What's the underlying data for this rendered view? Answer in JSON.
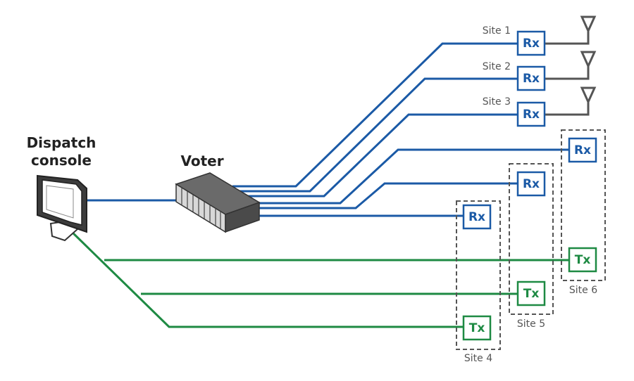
{
  "colors": {
    "rx": "#1b5aa6",
    "tx": "#1e8a43",
    "antenna": "#555555",
    "dashed": "#555555",
    "text": "#222222",
    "site_text": "#555555"
  },
  "labels": {
    "dispatch_line1": "Dispatch",
    "dispatch_line2": "console",
    "voter": "Voter"
  },
  "rx_label": "Rx",
  "tx_label": "Tx",
  "sites": [
    {
      "name": "Site 1"
    },
    {
      "name": "Site 2"
    },
    {
      "name": "Site 3"
    },
    {
      "name": "Site 4"
    },
    {
      "name": "Site 5"
    },
    {
      "name": "Site 6"
    }
  ],
  "icons": {
    "monitor": "monitor-icon",
    "voter": "voter-rack-icon",
    "antenna": "antenna-icon"
  }
}
